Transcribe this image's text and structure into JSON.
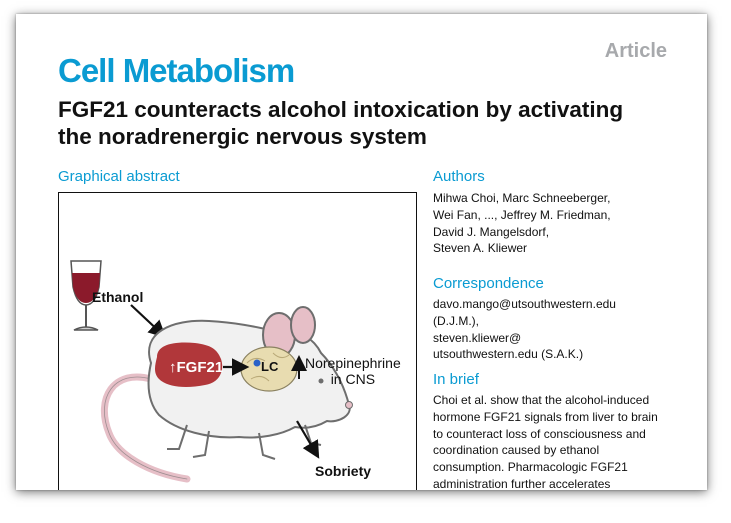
{
  "header": {
    "article_type": "Article",
    "journal": "Cell Metabolism",
    "title_line1": "FGF21 counteracts alcohol intoxication by activating",
    "title_line2": "the noradrenergic nervous system"
  },
  "graphical_abstract": {
    "heading": "Graphical abstract",
    "ethanol_label": "Ethanol",
    "fgf21_label": "FGF21",
    "lc_label": "LC",
    "ne_line1": "Norepinephrine",
    "ne_line2": "in CNS",
    "sobriety_label": "Sobriety",
    "colors": {
      "wine": "#8b1a2b",
      "liver": "#b1373a",
      "mouse_body": "#f1f1f1",
      "mouse_outline": "#6e6e6e",
      "mouse_pink": "#e6bfc7",
      "brain": "#e8dcb0"
    }
  },
  "authors": {
    "heading": "Authors",
    "lines": [
      "Mihwa Choi, Marc Schneeberger,",
      "Wei Fan, ..., Jeffrey M. Friedman,",
      "David J. Mangelsdorf,",
      "Steven A. Kliewer"
    ]
  },
  "correspondence": {
    "heading": "Correspondence",
    "lines": [
      "davo.mango@utsouthwestern.edu",
      "(D.J.M.),",
      "steven.kliewer@",
      "utsouthwestern.edu (S.A.K.)"
    ]
  },
  "in_brief": {
    "heading": "In brief",
    "lines": [
      "Choi et al. show that the alcohol-induced",
      "hormone FGF21 signals from liver to brain",
      "to counteract loss of consciousness and",
      "coordination caused by ethanol",
      "consumption. Pharmacologic FGF21",
      "administration further accelerates"
    ]
  },
  "theme": {
    "accent": "#0a9bd2",
    "article_type_color": "#a7a9ac"
  }
}
